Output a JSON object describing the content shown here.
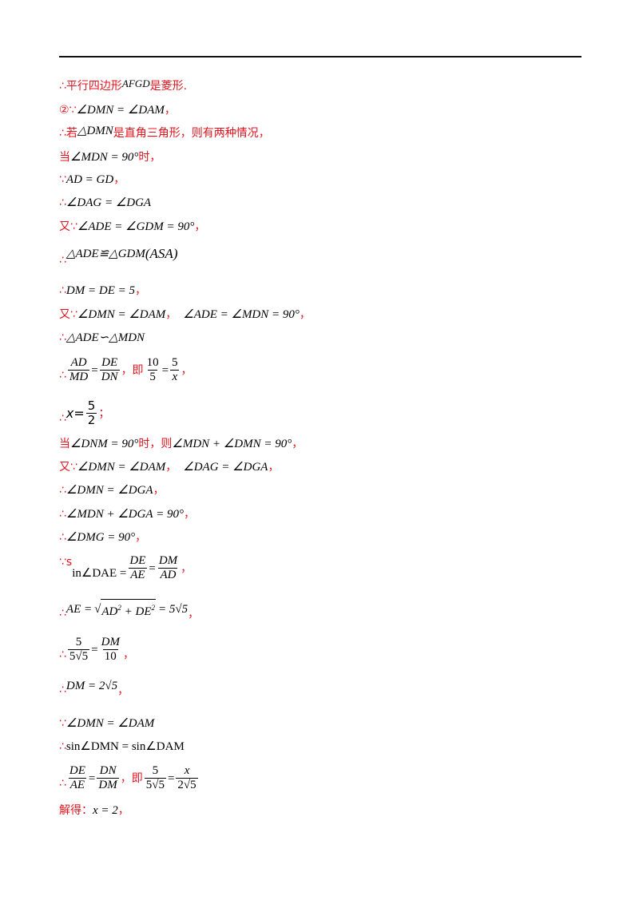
{
  "doc": {
    "l1": {
      "therefore": "∴",
      "t1": "平行四边形",
      "m1": "AFGD",
      "t2": "是菱形."
    },
    "l2": {
      "t1": "②∵",
      "m1": "∠DMN = ∠DAM",
      "t2": "，"
    },
    "l3": {
      "t1": "∴若",
      "m1": "△DMN",
      "t2": "是直角三角形，则有两种情况，"
    },
    "l4": {
      "t1": "当",
      "m1": "∠MDN = 90°",
      "t2": "时，"
    },
    "l5": {
      "t1": "∵",
      "m1": "AD = GD",
      "t2": "，"
    },
    "l6": {
      "t1": "∴",
      "m1": "∠DAG = ∠DGA"
    },
    "l7": {
      "t1": "又∵",
      "m1": "∠ADE = ∠GDM = 90°",
      "t2": "，"
    },
    "l8": {
      "t1": "∴",
      "m1": "△ADE≌△GDM",
      "m2": "(ASA)"
    },
    "l9": {
      "t1": "∴",
      "m1": "DM = DE = 5",
      "t2": "，"
    },
    "l10": {
      "t1": "又∵",
      "m1": "∠DMN = ∠DAM",
      "t2": "，",
      "m2": "∠ADE = ∠MDN = 90°",
      "t3": "，"
    },
    "l11": {
      "t1": "∴",
      "m1": "△ADE∽△MDN"
    },
    "l12": {
      "t1": "∴",
      "f1n": "AD",
      "f1d": "MD",
      "eq": "=",
      "f2n": "DE",
      "f2d": "DN",
      "t2": "，即",
      "f3n": "10",
      "f3d": "5",
      "eq2": "=",
      "f4n": "5",
      "f4d": "x",
      "t3": "，"
    },
    "l13": {
      "t1": "∴",
      "m1": "x=",
      "fn": "5",
      "fd": "2",
      "t2": "；"
    },
    "l14": {
      "t1": "当",
      "m1": "∠DNM = 90°",
      "t2": "时，则",
      "m2": "∠MDN + ∠DMN = 90°",
      "t3": "，"
    },
    "l15": {
      "t1": "又∵",
      "m1": "∠DMN = ∠DAM",
      "t2": "，",
      "m2": "∠DAG = ∠DGA",
      "t3": "，"
    },
    "l16": {
      "t1": "∴",
      "m1": "∠DMN = ∠DGA",
      "t2": "，"
    },
    "l17": {
      "t1": "∴",
      "m1": "∠MDN + ∠DGA = 90°",
      "t2": "，"
    },
    "l18": {
      "t1": "∴",
      "m1": "∠DMG = 90°",
      "t2": "，"
    },
    "l19": {
      "t1": "∵s",
      "m1": "in∠DAE =",
      "f1n": "DE",
      "f1d": "AE",
      "eq": "=",
      "f2n": "DM",
      "f2d": "AD",
      "t2": "，"
    },
    "l20": {
      "t1": "∴",
      "m1": "AE =",
      "r1": "AD",
      "s1": "2",
      "r2": " + DE",
      "s2": "2",
      "m2": "= 5√5",
      "t2": "，"
    },
    "l21": {
      "t1": "∴",
      "f1n": "5",
      "f1d": "5√5",
      "eq": "=",
      "f2n": "DM",
      "f2d": "10",
      "t2": "，"
    },
    "l22": {
      "t1": "∴",
      "m1": "DM = 2√5",
      "t2": "，"
    },
    "l23": {
      "t1": "∵",
      "m1": "∠DMN = ∠DAM"
    },
    "l24": {
      "t1": "∴",
      "m1": "sin∠DMN = sin∠DAM"
    },
    "l25": {
      "t1": "∴",
      "f1n": "DE",
      "f1d": "AE",
      "eq": "=",
      "f2n": "DN",
      "f2d": "DM",
      "t2": "，即",
      "f3n": "5",
      "f3d": "5√5",
      "eq2": "=",
      "f4n": "x",
      "f4d": "2√5"
    },
    "l26": {
      "t1": "解得：",
      "m1": "x = 2",
      "t2": "，"
    }
  }
}
